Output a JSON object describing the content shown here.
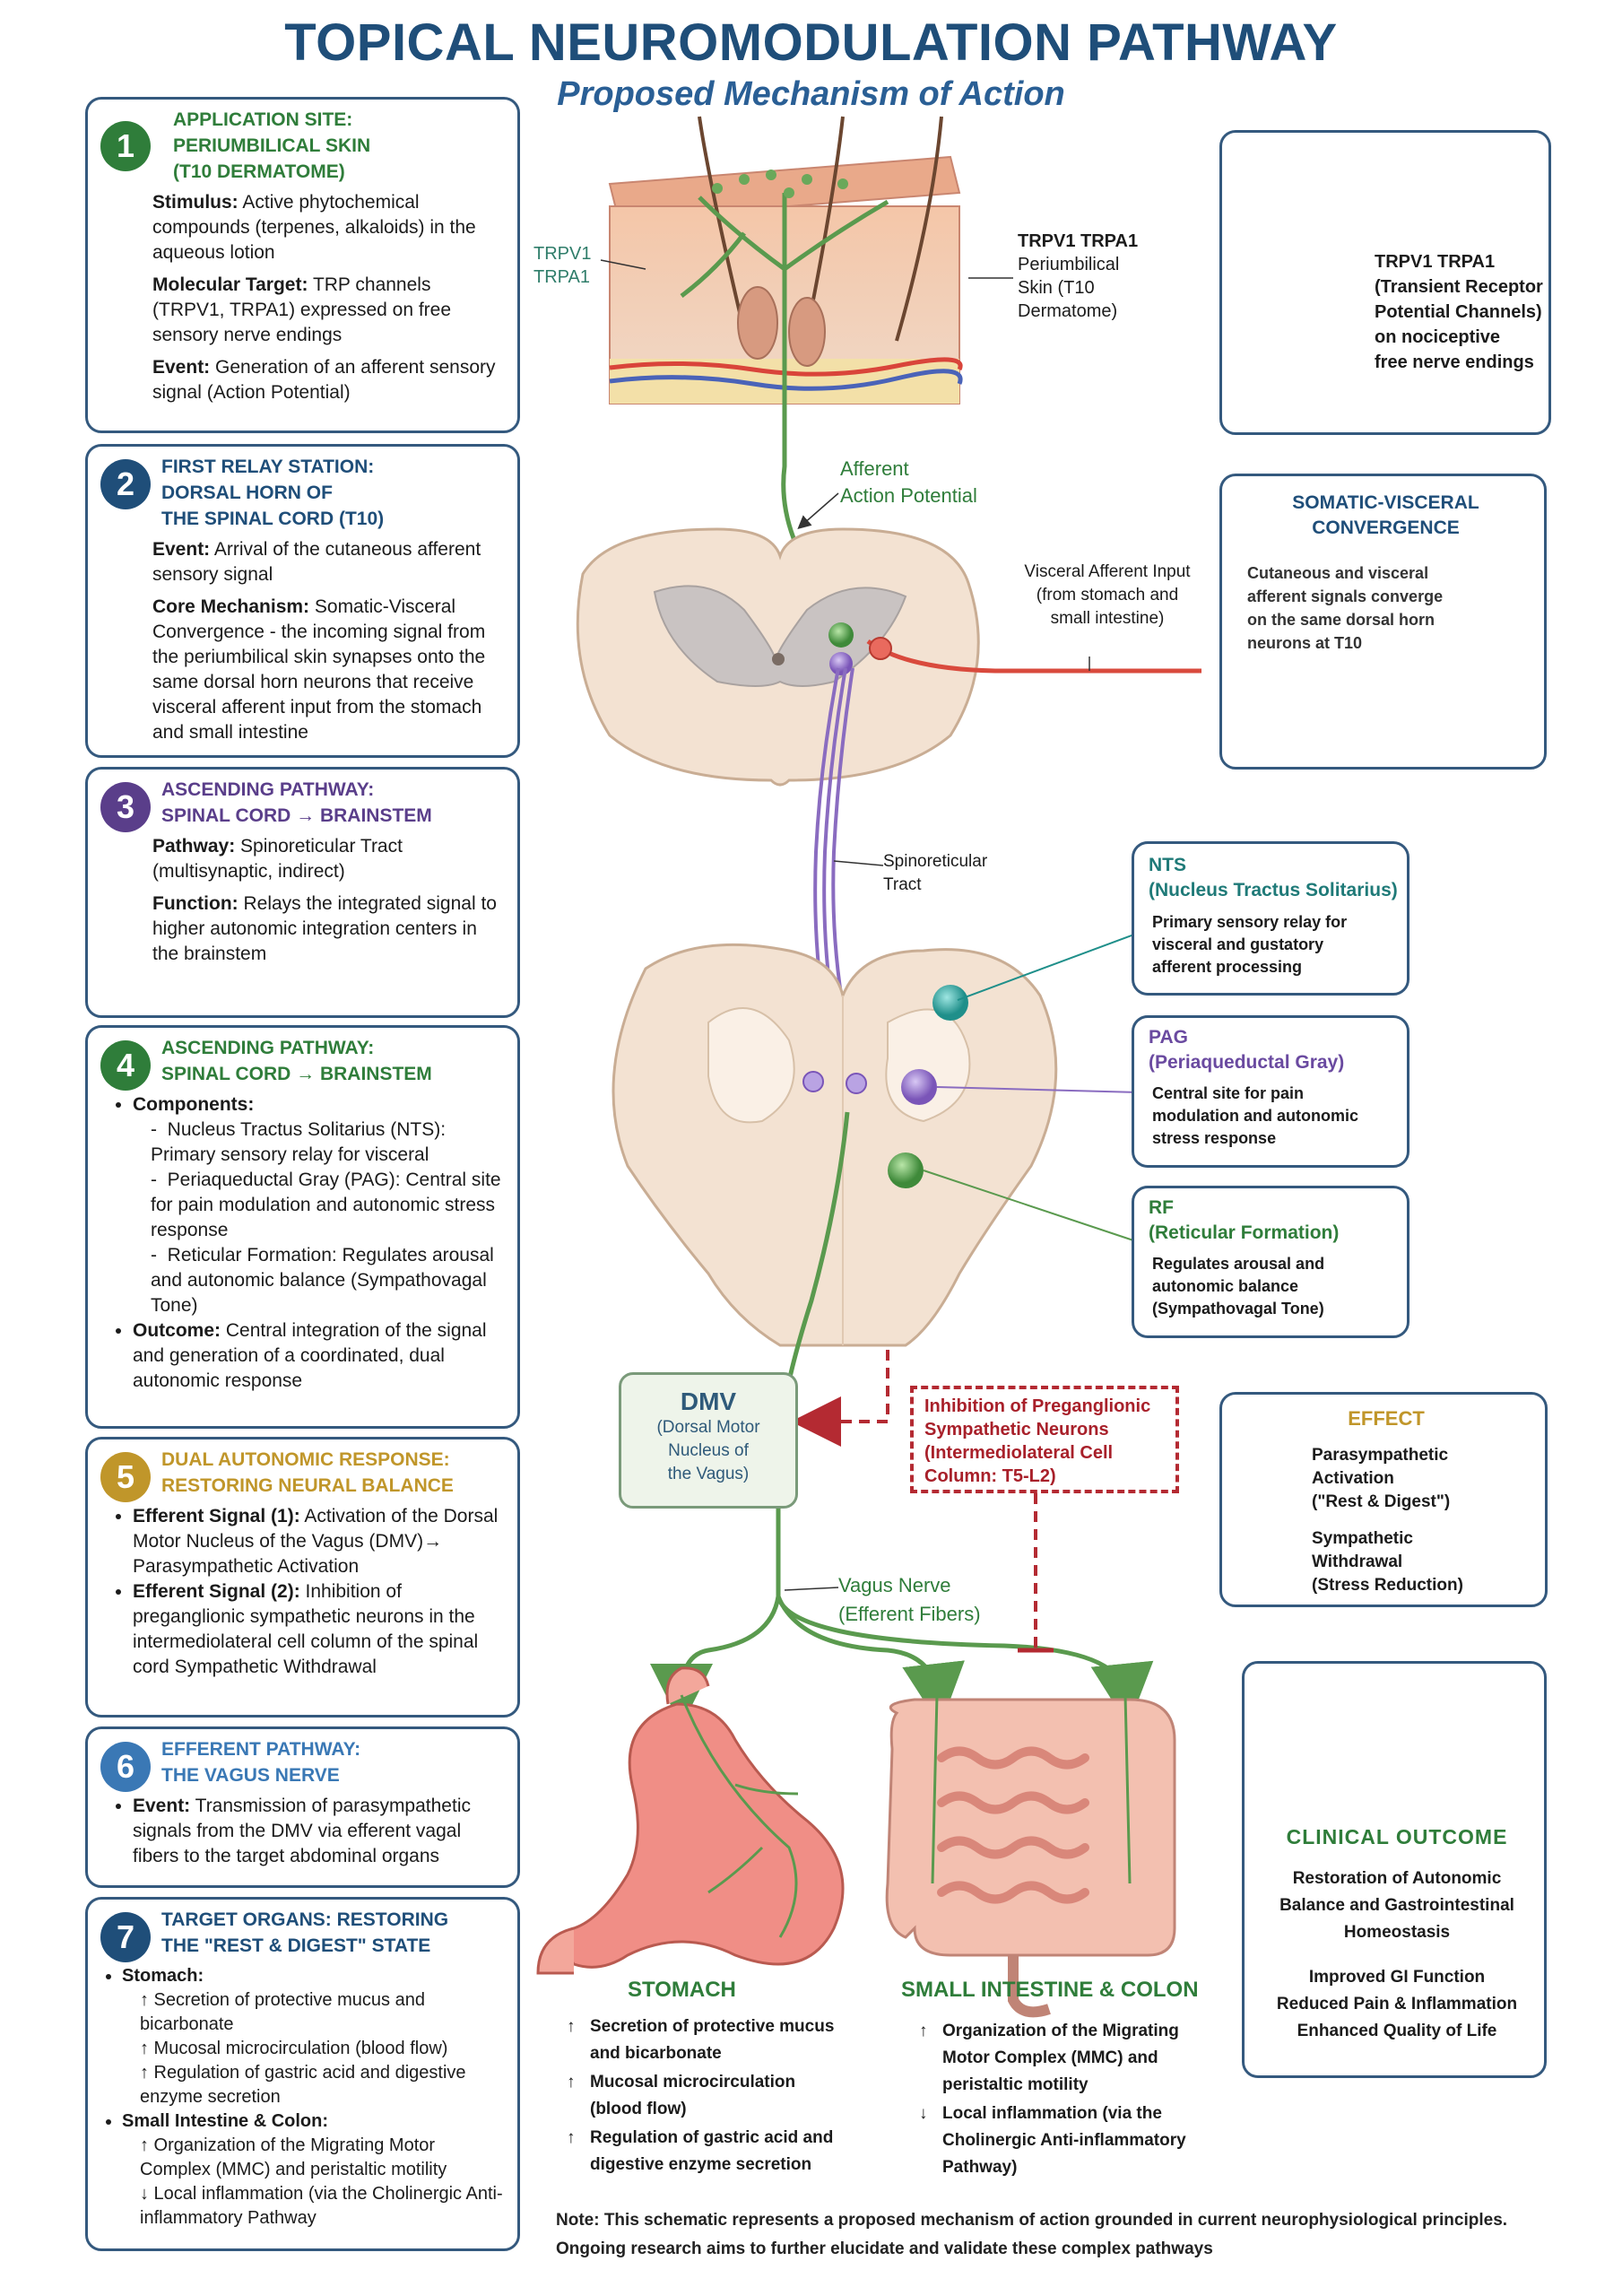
{
  "title": "TOPICAL NEUROMODULATION PATHWAY",
  "subtitle": "Proposed Mechanism of Action",
  "steps": [
    {
      "num": "1",
      "color": "#2f7d3a",
      "heading": [
        "APPLICATION SITE:",
        "PERIUMBILICAL SKIN",
        "(T10 DERMATOME)"
      ],
      "items": [
        {
          "label": "Stimulus:",
          "text": " Active phytochemical compounds (terpenes, alkaloids) in the aqueous lotion"
        },
        {
          "label": "Molecular Target:",
          "text": " TRP channels (TRPV1, TRPA1) expressed on free sensory nerve endings"
        },
        {
          "label": "Event:",
          "text": " Generation of an afferent sensory signal (Action Potential)"
        }
      ]
    },
    {
      "num": "2",
      "color": "#1f4e79",
      "heading": [
        "FIRST RELAY STATION:",
        "DORSAL HORN OF",
        "THE SPINAL CORD (T10)"
      ],
      "items": [
        {
          "label": "Event:",
          "text": " Arrival of the cutaneous afferent sensory signal"
        },
        {
          "label": "Core Mechanism:",
          "text": " Somatic-Visceral Convergence - the incoming signal from the periumbilical skin synapses onto the same dorsal horn neurons that receive visceral afferent input from the stomach and small intestine"
        }
      ]
    },
    {
      "num": "3",
      "color": "#5a3e8a",
      "heading": [
        "ASCENDING PATHWAY:",
        "SPINAL CORD → BRAINSTEM"
      ],
      "items": [
        {
          "label": "Pathway:",
          "text": " Spinoreticular Tract (multisynaptic, indirect)"
        },
        {
          "label": "Function:",
          "text": " Relays the integrated signal to higher autonomic integration centers in the brainstem"
        }
      ]
    },
    {
      "num": "4",
      "color": "#2f7d3a",
      "heading": [
        "ASCENDING PATHWAY:",
        "SPINAL CORD → BRAINSTEM"
      ],
      "components_label": "Components:",
      "components": [
        "Nucleus Tractus Solitarius (NTS): Primary sensory relay for visceral",
        "Periaqueductal Gray (PAG): Central site for pain modulation and autonomic stress response",
        "Reticular Formation: Regulates arousal and autonomic balance (Sympathovagal Tone)"
      ],
      "outcome_label": "Outcome:",
      "outcome": " Central integration of the signal and generation of a coordinated, dual autonomic response"
    },
    {
      "num": "5",
      "color": "#c0962a",
      "heading": [
        "DUAL AUTONOMIC RESPONSE:",
        "RESTORING NEURAL BALANCE"
      ],
      "items": [
        {
          "label": "Efferent Signal (1):",
          "text": " Activation of the Dorsal Motor Nucleus of the Vagus (DMV)→ Parasympathetic Activation"
        },
        {
          "label": "Efferent Signal (2):",
          "text": " Inhibition of preganglionic sympathetic neurons in the intermediolateral cell column of the spinal cord Sympathetic Withdrawal"
        }
      ]
    },
    {
      "num": "6",
      "color": "#3a78b5",
      "heading": [
        "EFFERENT PATHWAY:",
        "THE VAGUS NERVE"
      ],
      "items": [
        {
          "label": "Event:",
          "text": " Transmission of parasympathetic signals from the DMV via efferent vagal fibers to the target abdominal organs"
        }
      ]
    },
    {
      "num": "7",
      "color": "#1f4e79",
      "heading": [
        "TARGET ORGANS: RESTORING",
        "THE \"REST & DIGEST\" STATE"
      ],
      "stomach_label": "Stomach:",
      "stomach": [
        "↑ Secretion of protective mucus and bicarbonate",
        "↑ Mucosal microcirculation (blood flow)",
        "↑ Regulation of gastric acid and digestive enzyme secretion"
      ],
      "intestine_label": "Small Intestine & Colon:",
      "intestine": [
        "↑ Organization of the Migrating Motor Complex (MMC) and peristaltic motility",
        "↓ Local inflammation (via the Cholinergic Anti-inflammatory Pathway"
      ]
    }
  ],
  "labels": {
    "trp_left": [
      "TRPV1",
      "TRPA1"
    ],
    "skin_right_bold": "TRPV1 TRPA1",
    "skin_right": [
      "Periumbilical",
      "Skin (T10",
      "Dermatome)"
    ],
    "afferent": [
      "Afferent",
      "Action Potential"
    ],
    "visceral": [
      "Visceral Afferent Input",
      "(from stomach and",
      "small intestine)"
    ],
    "spinoreticular": [
      "Spinoreticular",
      "Tract"
    ],
    "dmv_title": "DMV",
    "dmv_sub": [
      "(Dorsal Motor",
      "Nucleus of",
      "the Vagus)"
    ],
    "inhibition": [
      "Inhibition of Preganglionic",
      "Sympathetic Neurons",
      "(Intermediolateral Cell",
      "Column: T5-L2)"
    ],
    "vagus": [
      "Vagus Nerve",
      "(Efferent Fibers)"
    ]
  },
  "trp_box": {
    "bold": "TRPV1 TRPA1",
    "lines": [
      "(Transient Receptor",
      "Potential Channels)",
      "on nociceptive",
      "free nerve endings"
    ]
  },
  "convergence_box": {
    "title": [
      "SOMATIC-VISCERAL",
      "CONVERGENCE"
    ],
    "text": [
      "Cutaneous and visceral",
      "afferent signals converge",
      "on the same dorsal horn",
      "neurons at T10"
    ]
  },
  "nts_box": {
    "title": [
      "NTS",
      "(Nucleus Tractus Solitarius)"
    ],
    "text": [
      "Primary sensory relay for",
      "visceral and gustatory",
      "afferent processing"
    ]
  },
  "pag_box": {
    "title": [
      "PAG",
      "(Periaqueductal Gray)"
    ],
    "text": [
      "Central site for pain",
      "modulation and autonomic",
      "stress response"
    ]
  },
  "rf_box": {
    "title": [
      "RF",
      "(Reticular Formation)"
    ],
    "text": [
      "Regulates arousal and",
      "autonomic balance",
      "(Sympathovagal Tone)"
    ]
  },
  "effect_box": {
    "title": "EFFECT",
    "up": [
      "Parasympathetic",
      "Activation",
      "(\"Rest & Digest\")"
    ],
    "down": [
      "Sympathetic",
      "Withdrawal",
      "(Stress Reduction)"
    ]
  },
  "clinical_box": {
    "title": "CLINICAL OUTCOME",
    "lines1": [
      "Restoration of Autonomic",
      "Balance and Gastrointestinal",
      "Homeostasis"
    ],
    "lines2": [
      "Improved GI Function",
      "Reduced Pain & Inflammation",
      "Enhanced Quality of Life"
    ]
  },
  "stomach": {
    "title": "STOMACH",
    "items": [
      [
        "↑",
        "Secretion of protective mucus",
        "and bicarbonate"
      ],
      [
        "↑",
        "Mucosal microcirculation",
        "(blood flow)"
      ],
      [
        "↑",
        "Regulation of gastric acid and",
        "digestive enzyme secretion"
      ]
    ]
  },
  "intestine": {
    "title": "SMALL INTESTINE & COLON",
    "items": [
      [
        "↑",
        "Organization of the Migrating",
        "Motor Complex (MMC) and",
        "peristaltic motility"
      ],
      [
        "↓",
        "Local inflammation (via the",
        "Cholinergic Anti-inflammatory",
        "Pathway)"
      ]
    ]
  },
  "note": [
    "Note: This schematic represents a proposed mechanism of action grounded in current neurophysiological principles.",
    "Ongoing research aims to further elucidate and validate these complex pathways"
  ],
  "colors": {
    "accent": "#1f4e79",
    "nerve_green": "#5a9a4e",
    "nerve_purple": "#8a6cc0",
    "visceral_red": "#d94a3d",
    "inhibit_red": "#b42a32"
  }
}
